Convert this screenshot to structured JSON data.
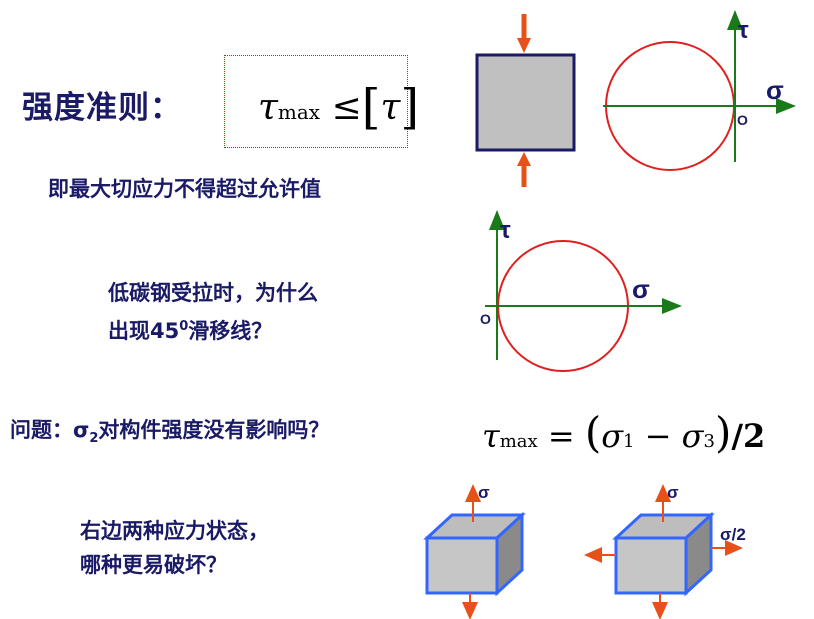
{
  "title": "强度准则：",
  "formula_criterion": {
    "tau": "τ",
    "sub": "max",
    "leq": "≤",
    "lbracket": "[",
    "tau_allow": "τ",
    "rbracket": "]"
  },
  "text_max_shear": "即最大切应力不得超过允许值",
  "question_steel_line1": "低碳钢受拉时，为什么",
  "question_steel_line2_prefix": "出现45",
  "question_steel_line2_sup": "0",
  "question_steel_line2_suffix": "滑移线？",
  "question_sigma2_prefix": "问题：σ",
  "question_sigma2_sub": "2",
  "question_sigma2_suffix": "对构件强度没有影响吗？",
  "formula_tresca": {
    "tau": "τ",
    "sub_max": "max",
    "eq": "=",
    "lparen": "(",
    "sigma1": "σ",
    "sub1": "1",
    "minus": "−",
    "sigma3": "σ",
    "sub3": "3",
    "rparen": ")",
    "div": "/2"
  },
  "question_states_line1": "右边两种应力状态，",
  "question_states_line2": "哪种更易破坏？",
  "mohr_top": {
    "tau_label": "τ",
    "sigma_label": "σ",
    "origin_label": "O"
  },
  "mohr_mid": {
    "tau_label": "τ",
    "sigma_label": "σ",
    "origin_label": "O"
  },
  "cube_left": {
    "sigma_label": "σ"
  },
  "cube_right": {
    "sigma_label": "σ",
    "side_label": "σ/2"
  },
  "colors": {
    "text": "#1a1a66",
    "circle": "#e02020",
    "axis": "#1a7a1a",
    "arrow": "#e8501a",
    "square_fill": "#c0c0c0",
    "square_border": "#1a1a66",
    "cube_border": "#3366ff"
  }
}
